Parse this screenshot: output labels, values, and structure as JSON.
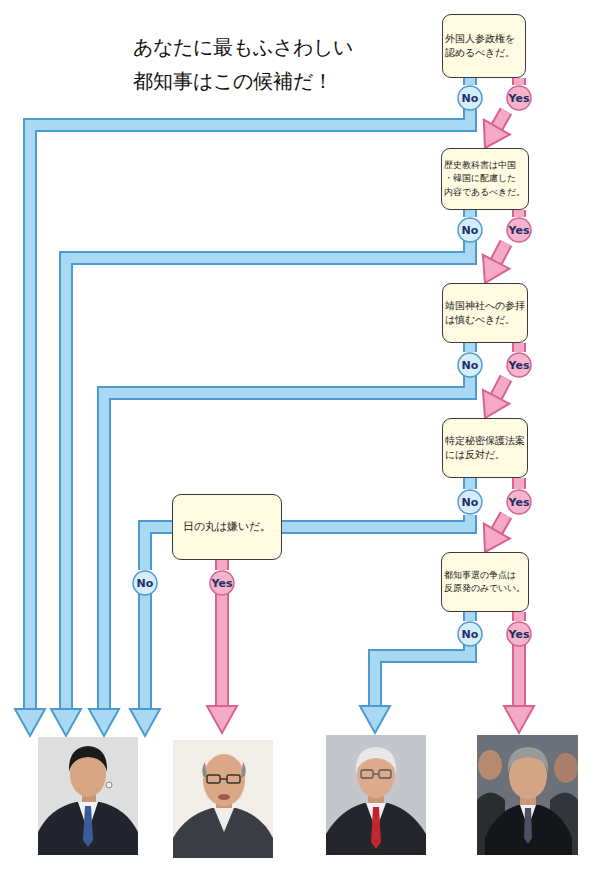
{
  "diagram": {
    "title": "あなたに最もふさわしい 都知事はこの候補だ！",
    "nodes": [
      {
        "text": [
          "外国人参政権を 認めるべきだ。"
        ]
      },
      {
        "text": [
          "No"
        ]
      },
      {
        "text": [
          "Yes"
        ]
      },
      {
        "text": [
          "歴史教科書は中国 ・韓国に配慮した 内容であるべきだ。"
        ]
      },
      {
        "text": [
          "No"
        ]
      },
      {
        "text": [
          "Yes"
        ]
      },
      {
        "text": [
          "靖国神社への参拝 は慎むべきだ。"
        ]
      },
      {
        "text": [
          "No"
        ]
      },
      {
        "text": [
          "Yes"
        ]
      },
      {
        "text": [
          "特定秘密保護法案 には反対だ。"
        ]
      },
      {
        "text": [
          "No"
        ]
      },
      {
        "text": [
          "Yes"
        ]
      },
      {
        "text": [
          "日の丸は嫌いだ。"
        ]
      },
      {
        "text": [
          "都知事選の争点は 反原発のみでいい。"
        ]
      },
      {
        "text": [
          "No"
        ]
      },
      {
        "text": [
          "Yes"
        ]
      },
      {
        "text": [
          "No"
        ]
      },
      {
        "text": [
          "Yes"
        ]
      }
    ],
    "edges": [
      {
        "from": 0,
        "to": 1,
        "arrow": "none"
      },
      {
        "from": 0,
        "to": 2,
        "arrow": "none"
      },
      {
        "from": 2,
        "to": 3,
        "arrow": "to"
      },
      {
        "from": 3,
        "to": 4,
        "arrow": "none"
      },
      {
        "from": 3,
        "to": 5,
        "arrow": "none"
      },
      {
        "from": 5,
        "to": 6,
        "arrow": "to"
      },
      {
        "from": 6,
        "to": 7,
        "arrow": "none"
      },
      {
        "from": 6,
        "to": 8,
        "arrow": "none"
      },
      {
        "from": 8,
        "to": 9,
        "arrow": "to"
      },
      {
        "from": 9,
        "to": 10,
        "arrow": "none"
      },
      {
        "from": 9,
        "to": 11,
        "arrow": "none"
      },
      {
        "from": 10,
        "to": 12,
        "arrow": "none"
      },
      {
        "from": 11,
        "to": 13,
        "arrow": "to"
      },
      {
        "from": 12,
        "to": 14,
        "arrow": "none"
      },
      {
        "from": 12,
        "to": 15,
        "arrow": "none"
      },
      {
        "from": 13,
        "to": 16,
        "arrow": "none"
      },
      {
        "from": 13,
        "to": 17,
        "arrow": "none"
      }
    ]
  }
}
